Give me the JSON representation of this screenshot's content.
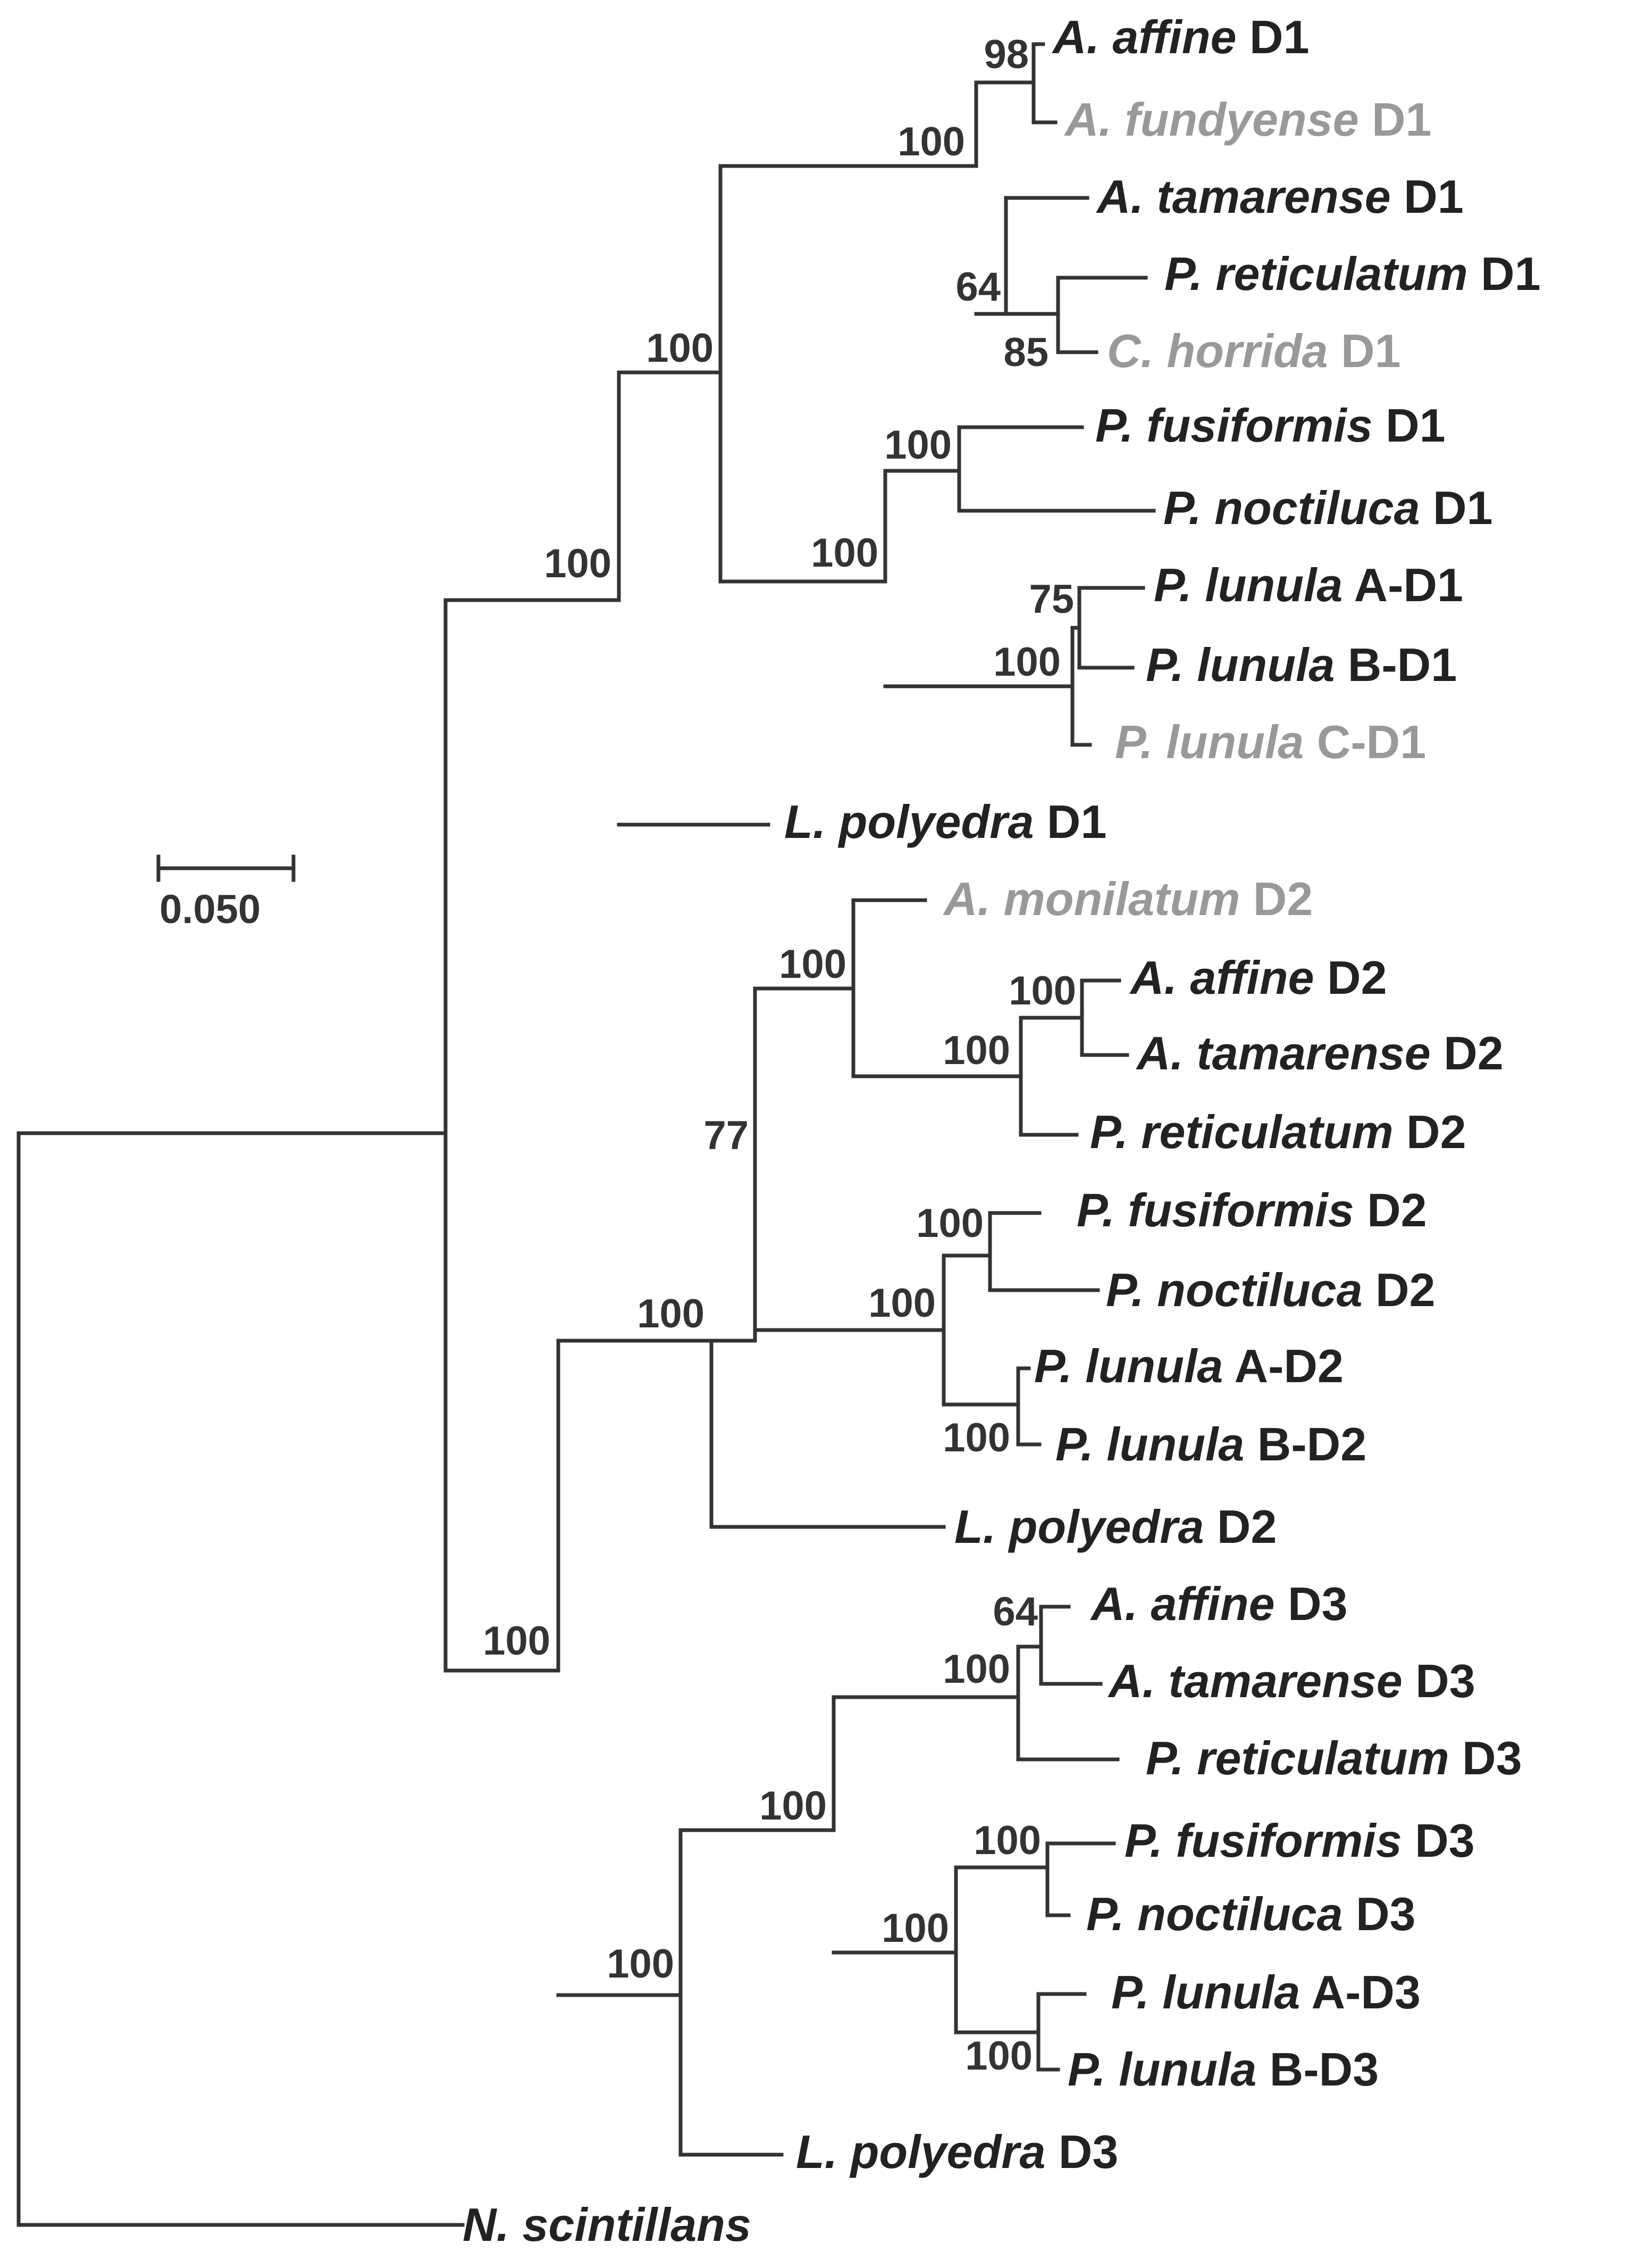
{
  "colors": {
    "branch": "#333333",
    "text": "#222222",
    "grey": "#999999"
  },
  "scale_bar": {
    "label": "0.050",
    "value": 0.05
  },
  "taxa": [
    {
      "id": "t1",
      "species": "A. affine",
      "suffix": " D1",
      "color": "#222222"
    },
    {
      "id": "t2",
      "species": "A. fundyense",
      "suffix": " D1",
      "color": "#999999"
    },
    {
      "id": "t3",
      "species": "A. tamarense",
      "suffix": " D1",
      "color": "#222222"
    },
    {
      "id": "t4",
      "species": "P. reticulatum",
      "suffix": " D1",
      "color": "#222222"
    },
    {
      "id": "t5",
      "species": "C. horrida",
      "suffix": " D1",
      "color": "#999999"
    },
    {
      "id": "t6",
      "species": "P. fusiformis",
      "suffix": " D1",
      "color": "#222222"
    },
    {
      "id": "t7",
      "species": "P. noctiluca",
      "suffix": " D1",
      "color": "#222222"
    },
    {
      "id": "t8",
      "species": "P. lunula",
      "suffix": " A-D1",
      "color": "#222222"
    },
    {
      "id": "t9",
      "species": "P. lunula",
      "suffix": " B-D1",
      "color": "#222222"
    },
    {
      "id": "t10",
      "species": "P. lunula",
      "suffix": " C-D1",
      "color": "#999999"
    },
    {
      "id": "t11",
      "species": "L. polyedra",
      "suffix": " D1",
      "color": "#222222"
    },
    {
      "id": "t12",
      "species": "A. monilatum",
      "suffix": " D2",
      "color": "#999999"
    },
    {
      "id": "t13",
      "species": "A. affine",
      "suffix": " D2",
      "color": "#222222"
    },
    {
      "id": "t14",
      "species": "A. tamarense",
      "suffix": " D2",
      "color": "#222222"
    },
    {
      "id": "t15",
      "species": "P. reticulatum",
      "suffix": " D2",
      "color": "#222222"
    },
    {
      "id": "t16",
      "species": "P. fusiformis",
      "suffix": " D2",
      "color": "#222222"
    },
    {
      "id": "t17",
      "species": "P. noctiluca",
      "suffix": " D2",
      "color": "#222222"
    },
    {
      "id": "t18",
      "species": "P. lunula",
      "suffix": " A-D2",
      "color": "#222222"
    },
    {
      "id": "t19",
      "species": "P. lunula",
      "suffix": " B-D2",
      "color": "#222222"
    },
    {
      "id": "t20",
      "species": "L. polyedra",
      "suffix": " D2",
      "color": "#222222"
    },
    {
      "id": "t21",
      "species": "A. affine",
      "suffix": " D3",
      "color": "#222222"
    },
    {
      "id": "t22",
      "species": "A. tamarense",
      "suffix": " D3",
      "color": "#222222"
    },
    {
      "id": "t23",
      "species": "P. reticulatum",
      "suffix": " D3",
      "color": "#222222"
    },
    {
      "id": "t24",
      "species": "P. fusiformis",
      "suffix": " D3",
      "color": "#222222"
    },
    {
      "id": "t25",
      "species": "P. noctiluca",
      "suffix": " D3",
      "color": "#222222"
    },
    {
      "id": "t26",
      "species": "P. lunula",
      "suffix": " A-D3",
      "color": "#222222"
    },
    {
      "id": "t27",
      "species": "P. lunula",
      "suffix": " B-D3",
      "color": "#222222"
    },
    {
      "id": "t28",
      "species": "L. polyedra",
      "suffix": " D3",
      "color": "#222222"
    },
    {
      "id": "t29",
      "species": "N. scintillans",
      "suffix": "",
      "color": "#222222"
    }
  ],
  "bootstrap": [
    {
      "node": "affine-fundyense-D1",
      "value": "98"
    },
    {
      "node": "alexandrium-D1",
      "value": "100"
    },
    {
      "node": "tamarense-group-D1",
      "value": "64"
    },
    {
      "node": "reticulatum-horrida-D1",
      "value": "85"
    },
    {
      "node": "gonyaulacales-D1",
      "value": "100"
    },
    {
      "node": "fusiformis-noctiluca-D1",
      "value": "100"
    },
    {
      "node": "pyrocystis-D1",
      "value": "100"
    },
    {
      "node": "lunula-AB-D1",
      "value": "75"
    },
    {
      "node": "lunula-D1",
      "value": "100"
    },
    {
      "node": "D1-clade",
      "value": "100"
    },
    {
      "node": "alexandrium-D2",
      "value": "100"
    },
    {
      "node": "affine-tamarense-D2",
      "value": "100"
    },
    {
      "node": "gonyaulacales-D2",
      "value": "100"
    },
    {
      "node": "D2-core",
      "value": "77"
    },
    {
      "node": "fusiformis-noctiluca-D2",
      "value": "100"
    },
    {
      "node": "pyrocystis-D2",
      "value": "100"
    },
    {
      "node": "lunula-D2",
      "value": "100"
    },
    {
      "node": "D2-clade",
      "value": "100"
    },
    {
      "node": "D2-D3-clade",
      "value": "100"
    },
    {
      "node": "affine-tamarense-D3",
      "value": "64"
    },
    {
      "node": "alexandrium-D3",
      "value": "100"
    },
    {
      "node": "D3-core",
      "value": "100"
    },
    {
      "node": "fusiformis-noctiluca-D3",
      "value": "100"
    },
    {
      "node": "pyrocystis-D3",
      "value": "100"
    },
    {
      "node": "lunula-D3",
      "value": "100"
    },
    {
      "node": "D3-clade",
      "value": "100"
    }
  ]
}
